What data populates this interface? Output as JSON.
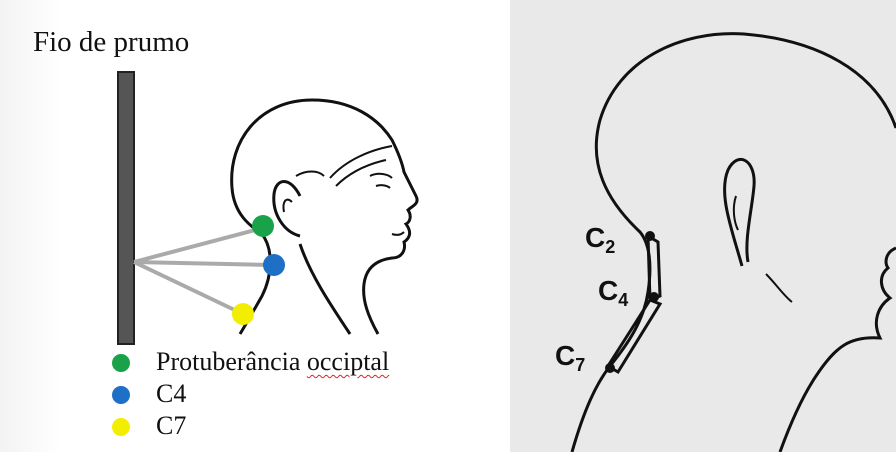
{
  "left_diagram": {
    "title": "Fio de prumo",
    "legend": [
      {
        "label": "Protuberância occiptal",
        "color": "#1aa24a",
        "icon": "green-dot"
      },
      {
        "label": "C4",
        "color": "#1e6fc6",
        "icon": "blue-dot"
      },
      {
        "label": "C7",
        "color": "#f3ee00",
        "icon": "yellow-dot"
      }
    ]
  },
  "right_diagram": {
    "labels": [
      {
        "letter": "C",
        "sub": "2"
      },
      {
        "letter": "C",
        "sub": "4"
      },
      {
        "letter": "C",
        "sub": "7"
      }
    ]
  }
}
